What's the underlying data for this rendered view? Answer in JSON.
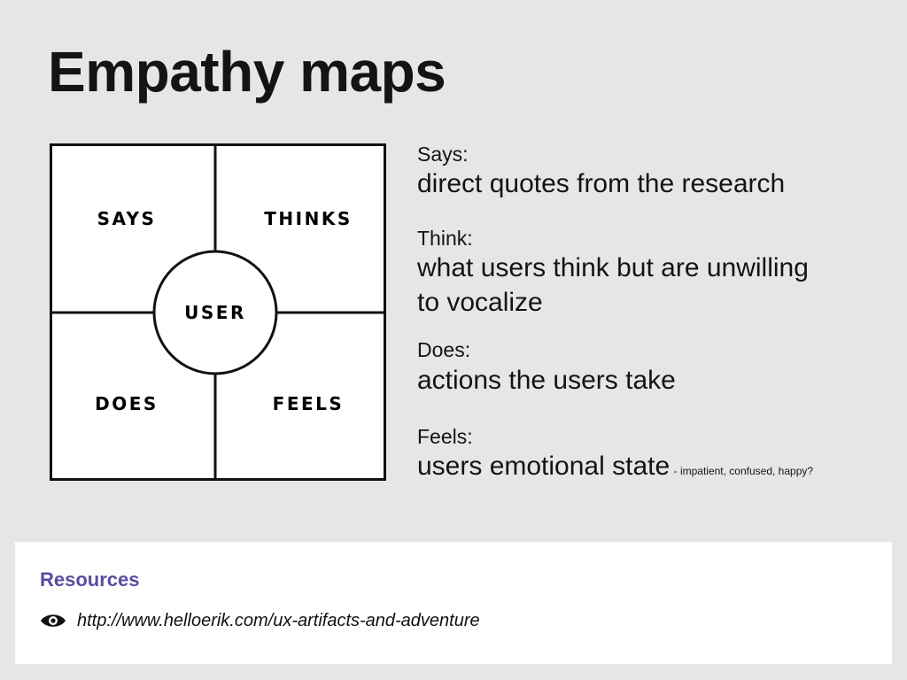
{
  "title": "Empathy maps",
  "diagram": {
    "says": "SAYS",
    "thinks": "THINKS",
    "user": "USER",
    "does": "DOES",
    "feels": "FEELS"
  },
  "items": [
    {
      "label": "Says:",
      "desc": "direct quotes from the research"
    },
    {
      "label": "Think:",
      "desc_line1": "what users think but are unwilling",
      "desc_line2": "to vocalize"
    },
    {
      "label": "Does:",
      "desc": "actions the users take"
    },
    {
      "label": "Feels:",
      "desc": "users emotional state",
      "note": "- impatient, confused, happy?"
    }
  ],
  "resources": {
    "heading": "Resources",
    "icon": "eye-icon",
    "link": "http://www.helloerik.com/ux-artifacts-and-adventure",
    "accent": "#5b4aa6"
  }
}
